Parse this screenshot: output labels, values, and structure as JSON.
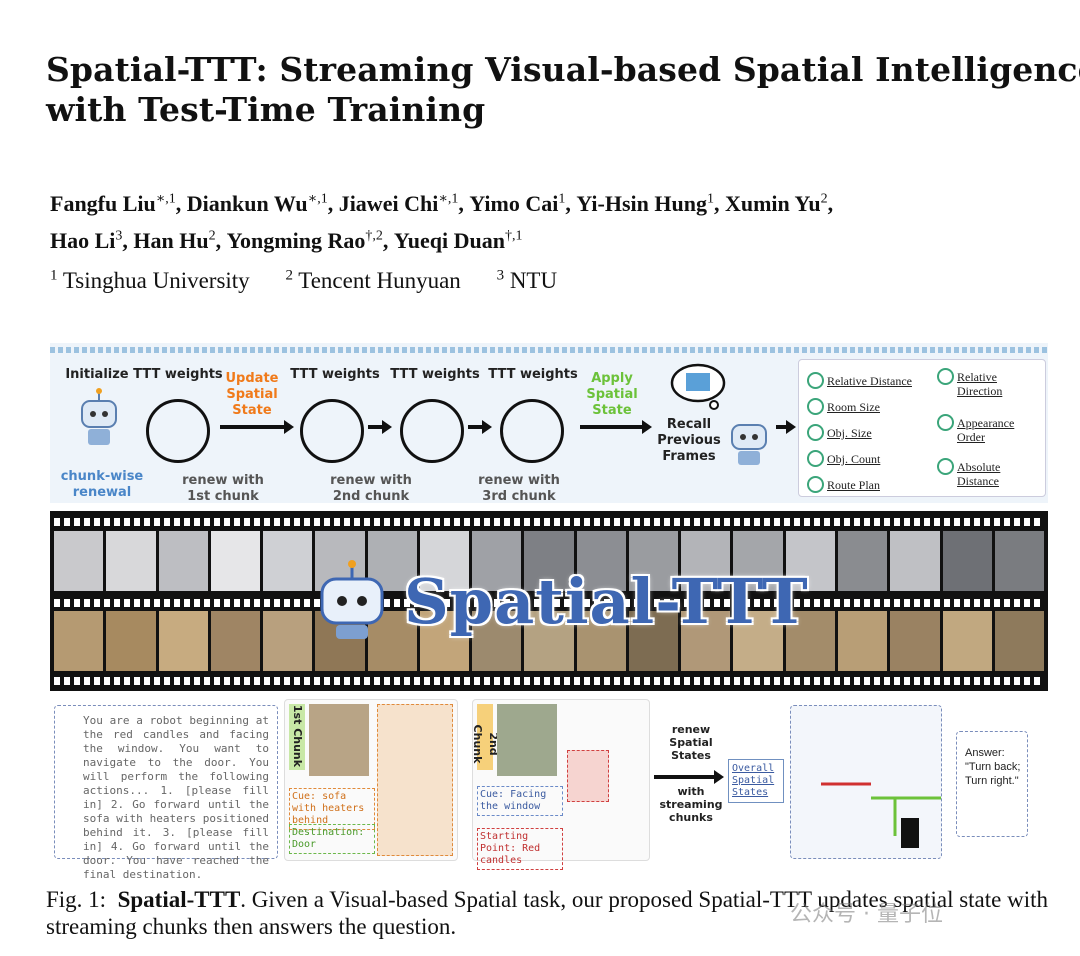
{
  "title_lines": [
    "Spatial-TTT: Streaming Visual-based Spatial Intelligence",
    "with Test-Time Training"
  ],
  "authors": [
    {
      "name": "Fangfu Liu",
      "sup": "∗,1",
      "sep": ", "
    },
    {
      "name": "Diankun Wu",
      "sup": "∗,1",
      "sep": ", "
    },
    {
      "name": "Jiawei Chi",
      "sup": "∗,1",
      "sep": ", "
    },
    {
      "name": "Yimo Cai",
      "sup": "1",
      "sep": ", "
    },
    {
      "name": "Yi-Hsin Hung",
      "sup": "1",
      "sep": ", "
    },
    {
      "name": "Xumin Yu",
      "sup": "2",
      "sep": ","
    },
    {
      "name": "Hao Li",
      "sup": "3",
      "sep": ", "
    },
    {
      "name": "Han Hu",
      "sup": "2",
      "sep": ", "
    },
    {
      "name": "Yongming Rao",
      "sup": "†,2",
      "sep": ", "
    },
    {
      "name": "Yueqi Duan",
      "sup": "†,1",
      "sep": ""
    }
  ],
  "affiliations": [
    {
      "sup": "1",
      "name": "Tsinghua University"
    },
    {
      "sup": "2",
      "name": "Tencent Hunyuan"
    },
    {
      "sup": "3",
      "name": "NTU"
    }
  ],
  "figure": {
    "init_label": "Initialize  TTT  weights",
    "update_label": "Update Spatial State",
    "ttt_weights": "TTT weights",
    "apply_label": "Apply Spatial State",
    "recall_label": "Recall Previous Frames",
    "chunk_wise": "chunk-wise renewal",
    "renew": [
      "renew with 1st chunk",
      "renew with 2nd chunk",
      "renew with 3rd chunk"
    ],
    "tasks": [
      "Relative Distance",
      "Room Size",
      "Obj. Size",
      "Obj. Count",
      "Route Plan",
      "Relative Direction",
      "Appearance Order",
      "Absolute Distance"
    ],
    "banner": "Spatial-TTT",
    "task_text": "You are a robot beginning at the red candles and facing the window. You want to navigate to the door. You will perform the following actions... 1. [please fill in] 2. Go forward until the sofa with heaters positioned behind it. 3. [please fill in] 4. Go forward until the door. You have reached the final destination.",
    "chunk1": "1st Chunk",
    "chunk2": "2nd Chunk",
    "cue1": "Cue: sofa with heaters behind",
    "dest": "Destination: Door",
    "cue2": "Cue: Facing the window",
    "start": "Starting Point: Red candles",
    "renew_states": "renew Spatial States",
    "with_streaming": "with streaming chunks",
    "overall": "Overall Spatial States",
    "answer": "Answer: \"Turn back; Turn right.\""
  },
  "caption": {
    "prefix": "Fig. 1:",
    "bold": "Spatial-TTT",
    "rest": ". Given a Visual-based Spatial task, our proposed Spatial-TTT updates spatial state with streaming chunks then answers the question."
  },
  "watermark": "公众号 · 量子位"
}
